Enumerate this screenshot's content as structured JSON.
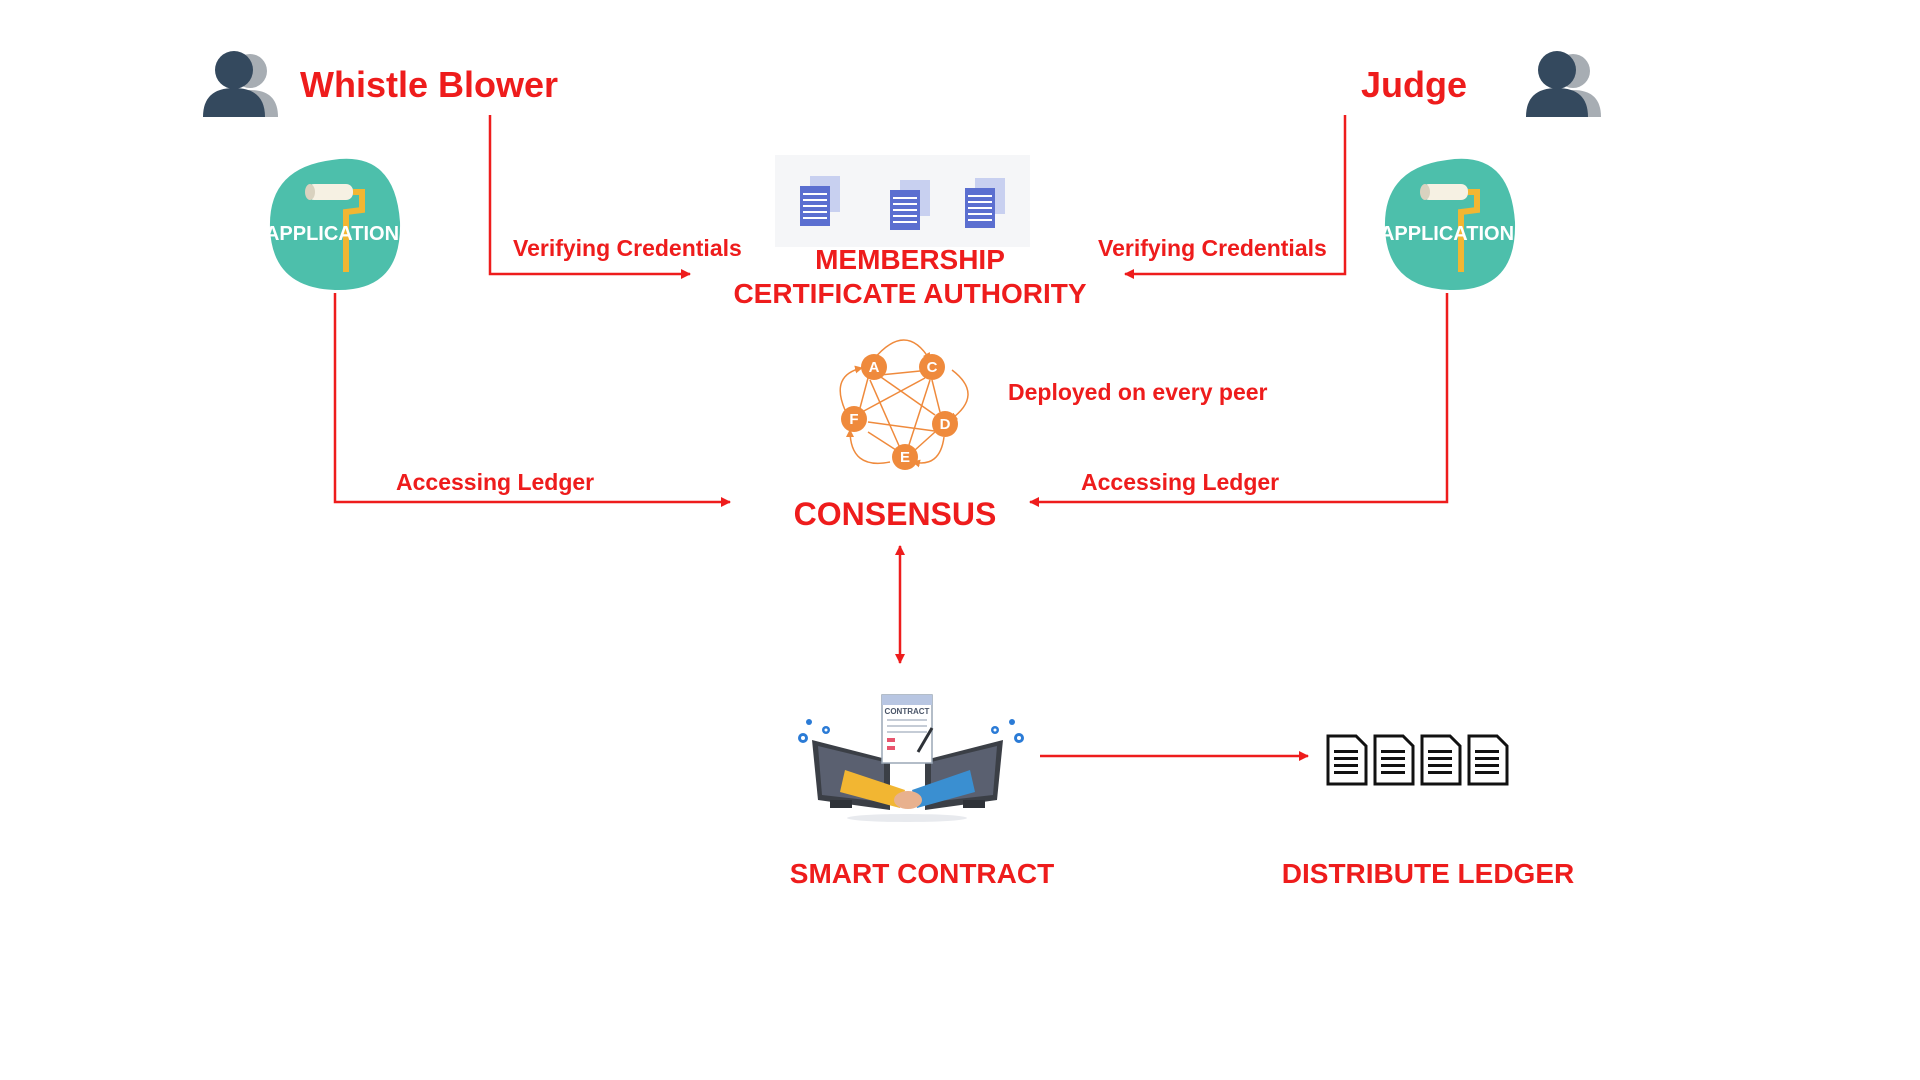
{
  "actors": {
    "left": "Whistle Blower",
    "right": "Judge"
  },
  "application_badge": "APPLICATION",
  "edges": {
    "verify_left": "Verifying Credentials",
    "verify_right": "Verifying Credentials",
    "access_left": "Accessing Ledger",
    "access_right": "Accessing Ledger",
    "consensus_note": "Deployed on every peer"
  },
  "nodes": {
    "membership_line1": "MEMBERSHIP",
    "membership_line2": "CERTIFICATE AUTHORITY",
    "consensus": "CONSENSUS",
    "smart_contract": "SMART CONTRACT",
    "distribute_ledger": "DISTRIBUTE LEDGER"
  },
  "peers": [
    "A",
    "C",
    "D",
    "E",
    "F"
  ],
  "contract_label": "CONTRACT",
  "colors": {
    "accent": "#ee1c1c",
    "badge": "#4dbfab",
    "peer": "#ef8a3c",
    "user": "#34495e",
    "user_shadow": "#a7adb3"
  }
}
